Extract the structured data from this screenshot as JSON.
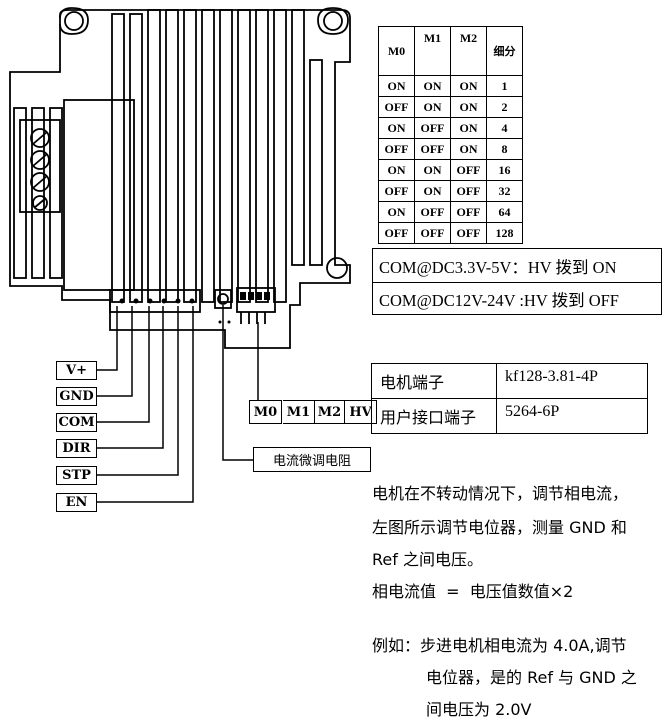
{
  "pins": [
    "V+",
    "GND",
    "COM",
    "DIR",
    "STP",
    "EN"
  ],
  "dip_switches": [
    "M0",
    "M1",
    "M2",
    "HV"
  ],
  "pot_label": "电流微调电阻",
  "dip_table": {
    "headers": [
      "M0",
      "M1",
      "M2",
      "细分"
    ],
    "rows": [
      [
        "ON",
        "ON",
        "ON",
        "1"
      ],
      [
        "OFF",
        "ON",
        "ON",
        "2"
      ],
      [
        "ON",
        "OFF",
        "ON",
        "4"
      ],
      [
        "OFF",
        "OFF",
        "ON",
        "8"
      ],
      [
        "ON",
        "ON",
        "OFF",
        "16"
      ],
      [
        "OFF",
        "ON",
        "OFF",
        "32"
      ],
      [
        "ON",
        "OFF",
        "OFF",
        "64"
      ],
      [
        "OFF",
        "OFF",
        "OFF",
        "128"
      ]
    ]
  },
  "com_notes": [
    "COM@DC3.3V-5V：HV 拨到 ON",
    "COM@DC12V-24V :HV 拨到 OFF"
  ],
  "terminals": [
    {
      "label": "电机端子",
      "value": "kf128-3.81-4P"
    },
    {
      "label": "用户接口端子",
      "value": "5264-6P"
    }
  ],
  "description": {
    "lines": [
      "电机在不转动情况下，调节相电流，",
      "左图所示调节电位器，测量 GND 和",
      "Ref 之间电压。",
      "相电流值  =  电压值数值×2"
    ],
    "example_lines": [
      "例如：步进电机相电流为 4.0A,调节",
      "电位器，是的 Ref 与 GND 之",
      "间电压为 2.0V"
    ]
  }
}
